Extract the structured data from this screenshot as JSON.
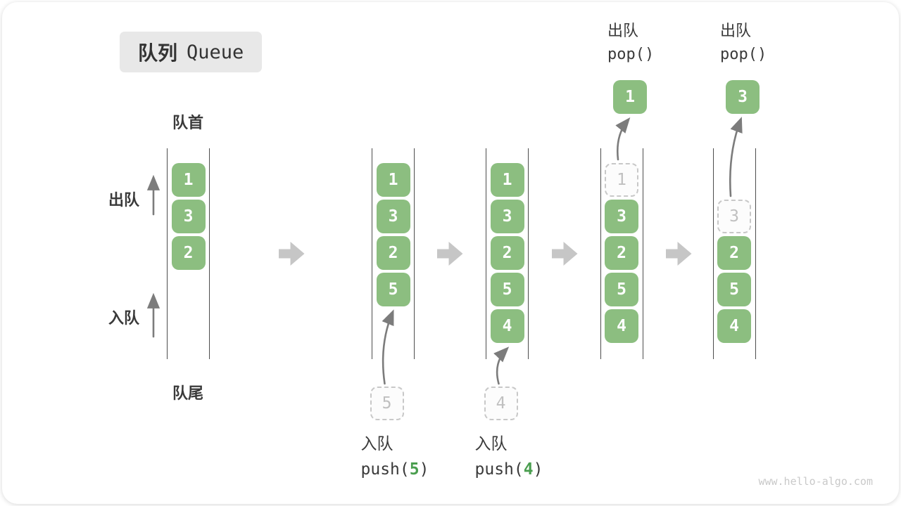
{
  "title": {
    "zh": "队列",
    "en": "Queue"
  },
  "side_labels": {
    "front": "队首",
    "rear": "队尾",
    "dequeue": "出队",
    "enqueue": "入队"
  },
  "watermark": "www.hello-algo.com",
  "colors": {
    "box_green": "#8cbe80",
    "code_green": "#4a9e4f",
    "title_bg": "#e8e8e8",
    "dashed_border": "#c8c8c8",
    "dashed_text": "#c0c0c0",
    "thin_arrow": "#7c7c7c",
    "block_arrow": "#c6c6c6",
    "watermark_gray": "#c9c9c9"
  },
  "queues": [
    {
      "name": "state-1-initial",
      "slots": [
        {
          "value": "1",
          "style": "filled"
        },
        {
          "value": "3",
          "style": "filled"
        },
        {
          "value": "2",
          "style": "filled"
        }
      ]
    },
    {
      "name": "state-2-after-push-5",
      "slots": [
        {
          "value": "1",
          "style": "filled"
        },
        {
          "value": "3",
          "style": "filled"
        },
        {
          "value": "2",
          "style": "filled"
        },
        {
          "value": "5",
          "style": "filled"
        }
      ],
      "incoming_value": "5",
      "op_label": "入队",
      "op_code_pre": "push(",
      "op_code_arg": "5",
      "op_code_post": ")"
    },
    {
      "name": "state-3-after-push-4",
      "slots": [
        {
          "value": "1",
          "style": "filled"
        },
        {
          "value": "3",
          "style": "filled"
        },
        {
          "value": "2",
          "style": "filled"
        },
        {
          "value": "5",
          "style": "filled"
        },
        {
          "value": "4",
          "style": "filled"
        }
      ],
      "incoming_value": "4",
      "op_label": "入队",
      "op_code_pre": "push(",
      "op_code_arg": "4",
      "op_code_post": ")"
    },
    {
      "name": "state-4-after-pop-1",
      "slots": [
        {
          "value": "1",
          "style": "dashed"
        },
        {
          "value": "3",
          "style": "filled"
        },
        {
          "value": "2",
          "style": "filled"
        },
        {
          "value": "5",
          "style": "filled"
        },
        {
          "value": "4",
          "style": "filled"
        }
      ],
      "popped_value": "1",
      "op_label": "出队",
      "op_code": "pop()"
    },
    {
      "name": "state-5-after-pop-3",
      "slots": [
        {
          "style": "empty"
        },
        {
          "value": "3",
          "style": "dashed"
        },
        {
          "value": "2",
          "style": "filled"
        },
        {
          "value": "5",
          "style": "filled"
        },
        {
          "value": "4",
          "style": "filled"
        }
      ],
      "popped_value": "3",
      "op_label": "出队",
      "op_code": "pop()"
    }
  ]
}
